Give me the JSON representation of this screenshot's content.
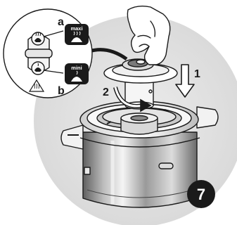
{
  "step_number": "7",
  "arrows": {
    "step_one": "1",
    "step_two": "2"
  },
  "inset": {
    "label_a": "a",
    "label_b": "b",
    "badge_a_text": "maxi",
    "badge_b_text": "mini"
  },
  "colors": {
    "background_circle": "#e3e3e3",
    "outline": "#1a1a1a",
    "badge": "#1a1a1a",
    "metal_dark": "#6f6f6f",
    "metal_light": "#f2f2f2"
  }
}
